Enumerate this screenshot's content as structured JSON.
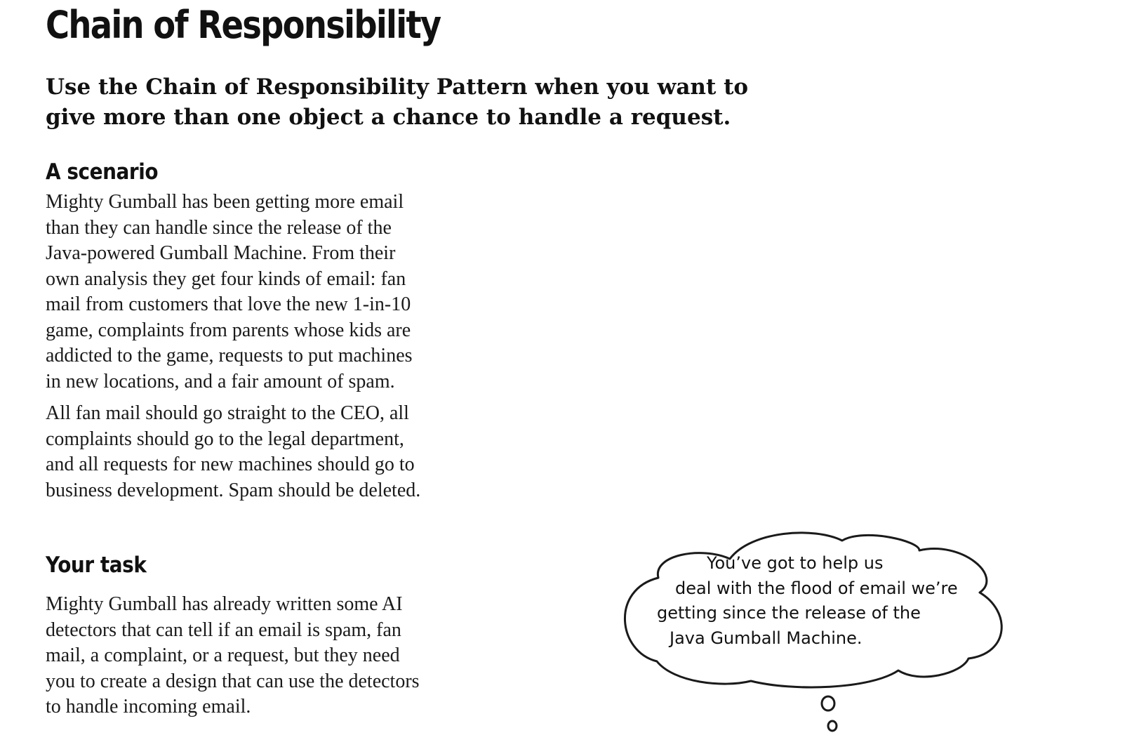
{
  "title": "Chain of Responsibility",
  "intent": "Use the Chain of Responsibility Pattern when you want to\ngive more than one object a chance to handle a request.",
  "scenario": {
    "heading": "A scenario",
    "paragraph1": "Mighty Gumball has been getting more email\nthan they can handle since the release of the\nJava-powered Gumball Machine. From their\nown analysis they get four kinds of email: fan\nmail from customers that love the new 1-in-10\ngame, complaints from parents whose kids are\naddicted to the game, requests to put machines\nin new locations, and a fair amount of spam.",
    "paragraph2": "All fan mail should go straight to the CEO, all\ncomplaints should go to the legal department,\nand all requests for new machines should go to\nbusiness development. Spam should be deleted."
  },
  "task": {
    "heading": "Your task",
    "paragraph": "Mighty Gumball has already written some AI\ndetectors that can tell if an email is spam, fan\nmail, a complaint, or a request, but they need\nyou to create a design that can use the detectors\nto handle incoming email."
  },
  "thought_bubble": {
    "lines": [
      "You’ve got to help us",
      "deal with the flood of email we’re",
      "getting since the release of the",
      "Java Gumball Machine."
    ]
  }
}
